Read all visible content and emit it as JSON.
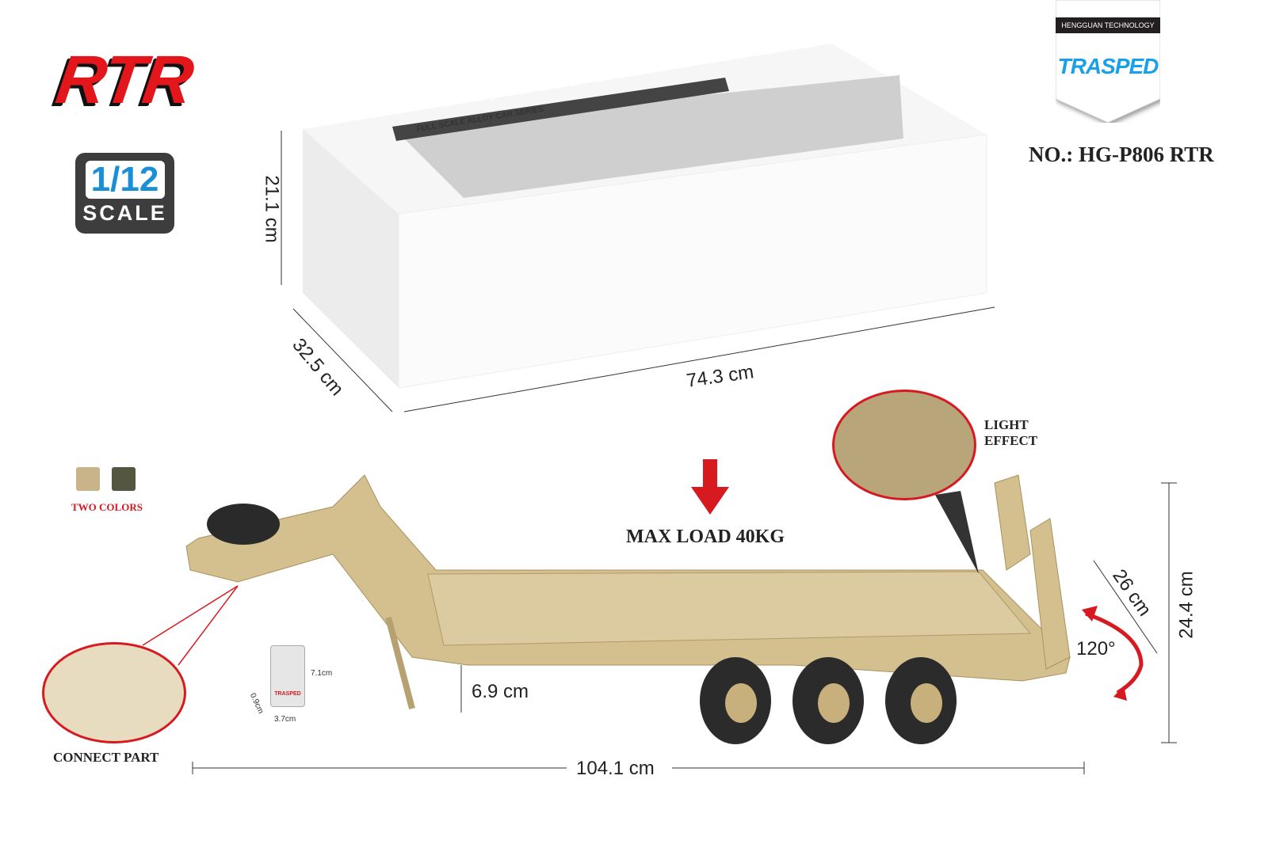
{
  "badges": {
    "rtr": "RTR",
    "scale_fraction": "1/12",
    "scale_word": "SCALE"
  },
  "brand": {
    "company": "HENGGUAN TECHNOLOGY",
    "logo": "TRASPED",
    "model_number": "NO.: HG-P806 RTR"
  },
  "box": {
    "title": "U.S. HEAVY EQUIPMENT SEMI TRAILER",
    "subtitle": "FULL SCALE ALLOY CAR SERIES",
    "height": "21.1 cm",
    "depth": "32.5 cm",
    "length": "74.3 cm"
  },
  "colors": {
    "label": "TWO COLORS",
    "options": [
      "#c9b48a",
      "#55563f"
    ],
    "accent": "#d71920"
  },
  "features": {
    "max_load": "MAX LOAD 40KG",
    "light_effect_1": "LIGHT",
    "light_effect_2": "EFFECT",
    "connect_part": "CONNECT PART",
    "ramp_angle": "120°"
  },
  "trailer_dims": {
    "length": "104.1 cm",
    "height": "24.4 cm",
    "ramp_length": "26 cm",
    "ground_clearance": "6.9 cm"
  },
  "remote": {
    "logo": "TRASPED",
    "height": "7.1cm",
    "width": "3.7cm",
    "thickness": "0.9cm"
  }
}
